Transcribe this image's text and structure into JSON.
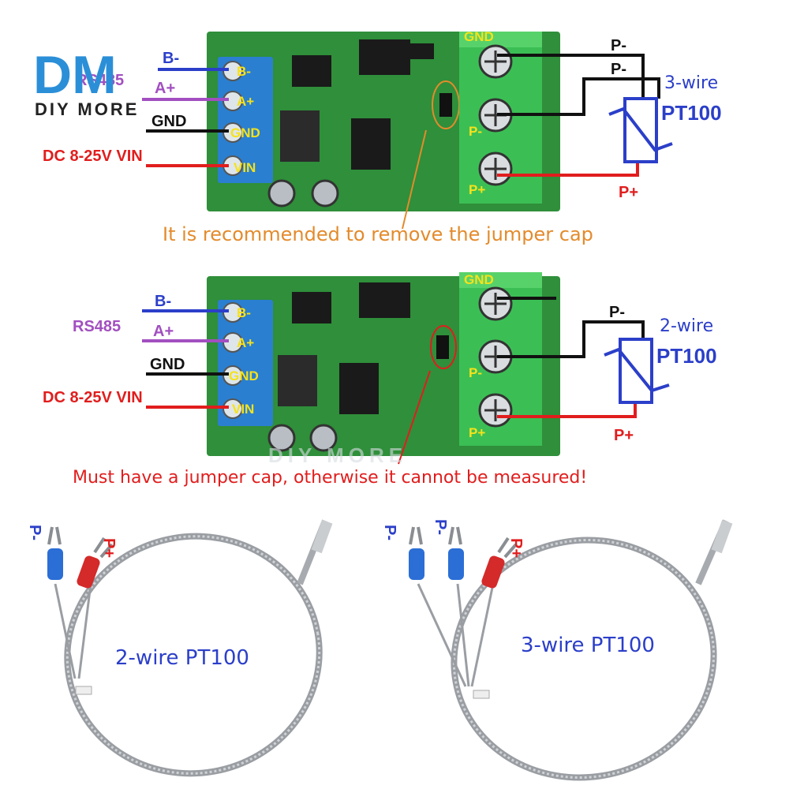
{
  "logo": {
    "letters": "DM",
    "text": "DIY MORE"
  },
  "watermark": "DIY MORE",
  "colors": {
    "board": "#2f8f3a",
    "board_dark": "#1d6b27",
    "terminal_blue": "#2a7fd0",
    "terminal_green": "#3bbf55",
    "red": "#e11d1d",
    "blue": "#2b3fc9",
    "purple": "#a24fc0",
    "orange": "#e38b2c",
    "yellow": "#f6e21a"
  },
  "top": {
    "left_labels": {
      "b_minus": "B-",
      "rs485": "RS485",
      "a_plus": "A+",
      "gnd": "GND",
      "power": "DC 8-25V VIN"
    },
    "pins": {
      "b_minus": "B-",
      "a_plus": "A+",
      "gnd": "GND",
      "vin": "VIN"
    },
    "right_pins": {
      "gnd": "GND",
      "p_minus": "P-",
      "p_plus": "P+"
    },
    "wires": {
      "p_minus_1": "P-",
      "p_minus_2": "P-",
      "p_plus": "P+"
    },
    "sensor_type": "3-wire",
    "sensor_name": "PT100",
    "note": "It is recommended to remove the jumper cap"
  },
  "bottom": {
    "left_labels": {
      "b_minus": "B-",
      "rs485": "RS485",
      "a_plus": "A+",
      "gnd": "GND",
      "power": "DC 8-25V VIN"
    },
    "pins": {
      "b_minus": "B-",
      "a_plus": "A+",
      "gnd": "GND",
      "vin": "VIN"
    },
    "right_pins": {
      "gnd": "GND",
      "p_minus": "P-",
      "p_plus": "P+"
    },
    "wires": {
      "p_minus": "P-",
      "p_plus": "P+"
    },
    "sensor_type": "2-wire",
    "sensor_name": "PT100",
    "note": "Must have a jumper cap, otherwise it cannot be measured!"
  },
  "probes": {
    "two_wire": {
      "caption": "2-wire PT100",
      "lead_minus": "P-",
      "lead_plus": "P+"
    },
    "three_wire": {
      "caption": "3-wire PT100",
      "lead_minus_1": "P-",
      "lead_minus_2": "P-",
      "lead_plus": "P+"
    }
  }
}
